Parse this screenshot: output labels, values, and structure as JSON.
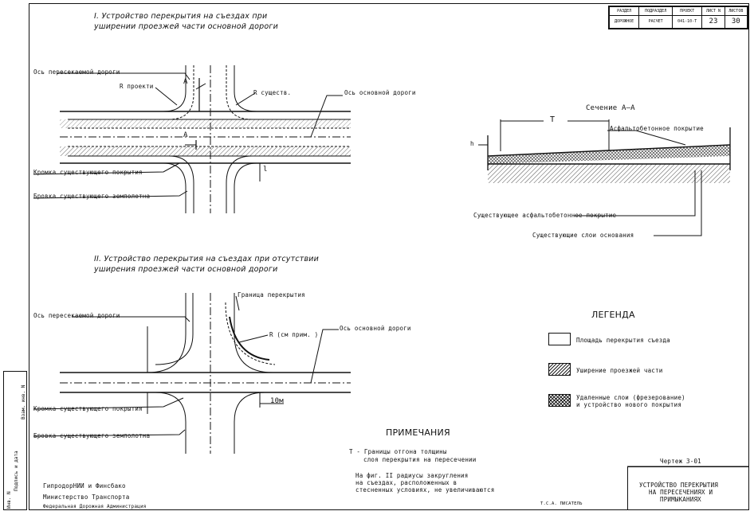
{
  "stamp": {
    "headers": [
      "РАЗДЕЛ",
      "ПОДРАЗДЕЛ",
      "ПРОЕКТ",
      "ЛИСТ N",
      "ЛИСТОВ"
    ],
    "values": [
      "ДОРОЖНОЕ",
      "РАСЧЕТ",
      "041-10-Т",
      "23",
      "30"
    ]
  },
  "section1": {
    "title_line1": "I. Устройство перекрытия на съездах при",
    "title_line2": "уширении проезжей части основной дороги",
    "label_cross_axis": "Ось пересекаемой дороги",
    "label_r_project": "R проекти",
    "label_r_exist": "R существ.",
    "label_main_axis": "Ось основной дороги",
    "label_edge": "Кромка существующего покрытия",
    "label_brow": "Бровка существующего земполотна",
    "label_a_top": "A",
    "label_a_bottom": "A",
    "label_l": "l"
  },
  "section_view": {
    "title": "Сечение А–А",
    "label_t": "T",
    "label_asphalt": "Асфальтобетонное покрытие",
    "label_h": "h",
    "label_existing_asphalt": "Существующее асфальтобетонное покрытие",
    "label_base": "Существующие слои основания"
  },
  "section2": {
    "title_line1": "II. Устройство перекрытия на съездах при отсутствии",
    "title_line2": "уширения проезжей части основной дороги",
    "label_cross_axis": "Ось пересекаемой дороги",
    "label_boundary": "Граница перекрытия",
    "label_r": "R (см прим. )",
    "label_main_axis": "Ось основной дороги",
    "label_edge": "Кромка существующего покрытия",
    "label_brow": "Бровка существующего земполотна",
    "label_10m": "10м"
  },
  "legend": {
    "title": "ЛЕГЕНДА",
    "items": [
      {
        "label": "Площадь перекрытия съезда",
        "pattern": "plain"
      },
      {
        "label": "Уширение проезжей части",
        "pattern": "hatch"
      },
      {
        "label_line1": "Удаленные слои (фрезерование)",
        "label_line2": "и устройство нового покрытия",
        "pattern": "crosshatch"
      }
    ]
  },
  "notes": {
    "title": "ПРИМЕЧАНИЯ",
    "t_line1": "T - Границы отгона толщины",
    "t_line2": "слоя перекрытия на пересечении",
    "n_line1": "На фиг. II радиусы закругления",
    "n_line2": "на съездах, расположенных в",
    "n_line3": "стесненных условиях, не увеличиваются"
  },
  "drawing_no": "Чертеж 3-01",
  "title_block": {
    "line1": "УСТРОЙСТВО ПЕРЕКРЫТИЯ",
    "line2": "НА ПЕРЕСЕЧЕНИЯХ И",
    "line3": "ПРИМЫКАНИЯХ"
  },
  "org": {
    "line1": "ГипродорНИИ и Финсбако",
    "line2": "Министерство Транспорта",
    "line3": "Федеральная Дорожная Администрация"
  },
  "footer_small": "Т.С.А. ПИСАТЕЛЬ",
  "side_labels": [
    "Инв. N",
    "Подпись и дата",
    "Взам. инв. N"
  ]
}
